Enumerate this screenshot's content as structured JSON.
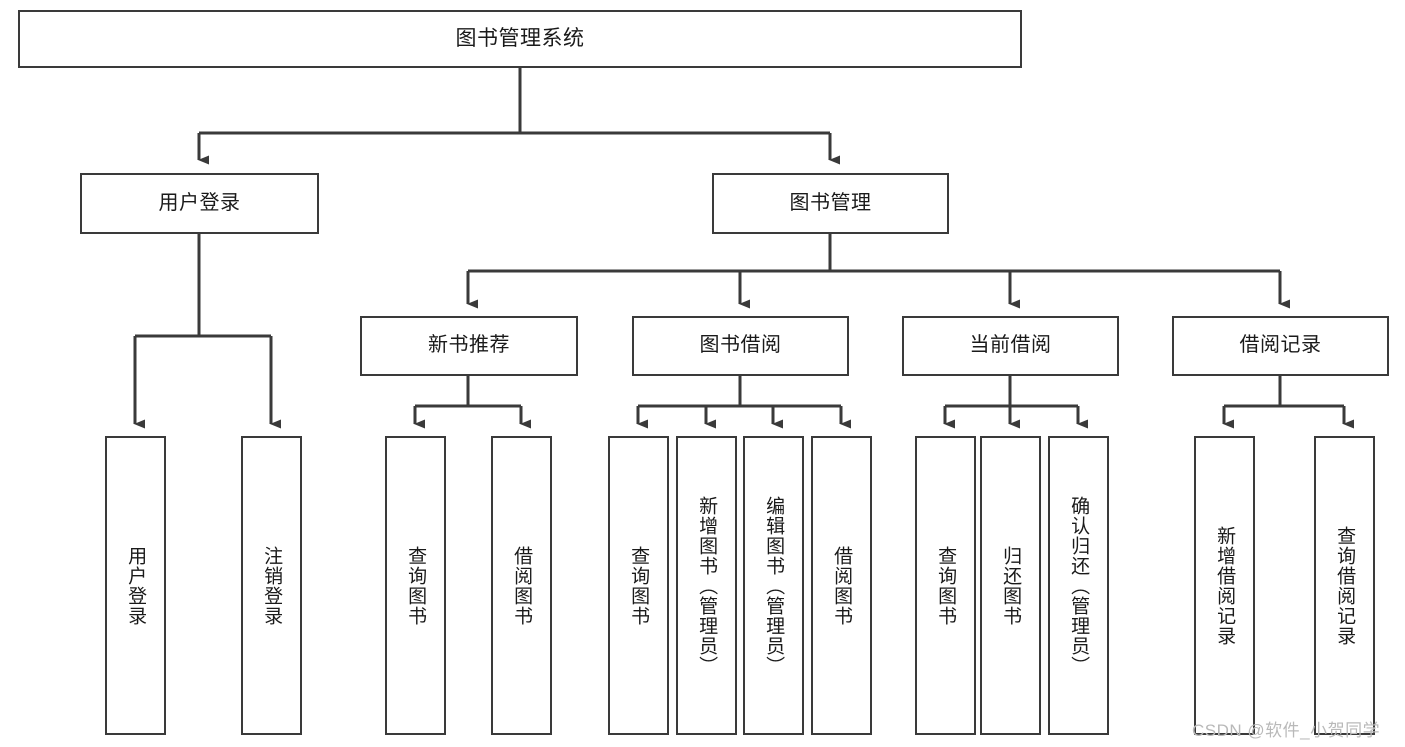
{
  "diagram": {
    "type": "tree",
    "title": "图书管理系统",
    "orientation": "top-down",
    "colors": {
      "box_border": "#3a3a3a",
      "box_fill": "#ffffff",
      "connector": "#3a3a3a",
      "text": "#1a1a1a",
      "watermark": "#b9b9b9"
    },
    "root": {
      "label": "图书管理系统"
    },
    "level1": [
      {
        "label": "用户登录"
      },
      {
        "label": "图书管理"
      }
    ],
    "level2": [
      {
        "label": "新书推荐"
      },
      {
        "label": "图书借阅"
      },
      {
        "label": "当前借阅"
      },
      {
        "label": "借阅记录"
      }
    ],
    "leaves": {
      "user_login": [
        {
          "label": "用户登录"
        },
        {
          "label": "注销登录"
        }
      ],
      "new_book_recommend": [
        {
          "label": "查询图书"
        },
        {
          "label": "借阅图书"
        }
      ],
      "book_borrow": [
        {
          "label": "查询图书"
        },
        {
          "label": "新增图书（管理员）"
        },
        {
          "label": "编辑图书（管理员）"
        },
        {
          "label": "借阅图书"
        }
      ],
      "current_borrow": [
        {
          "label": "查询图书"
        },
        {
          "label": "归还图书"
        },
        {
          "label": "确认归还（管理员）"
        }
      ],
      "borrow_record": [
        {
          "label": "新增借阅记录"
        },
        {
          "label": "查询借阅记录"
        }
      ]
    },
    "watermark": "CSDN @软件_小贺同学"
  }
}
